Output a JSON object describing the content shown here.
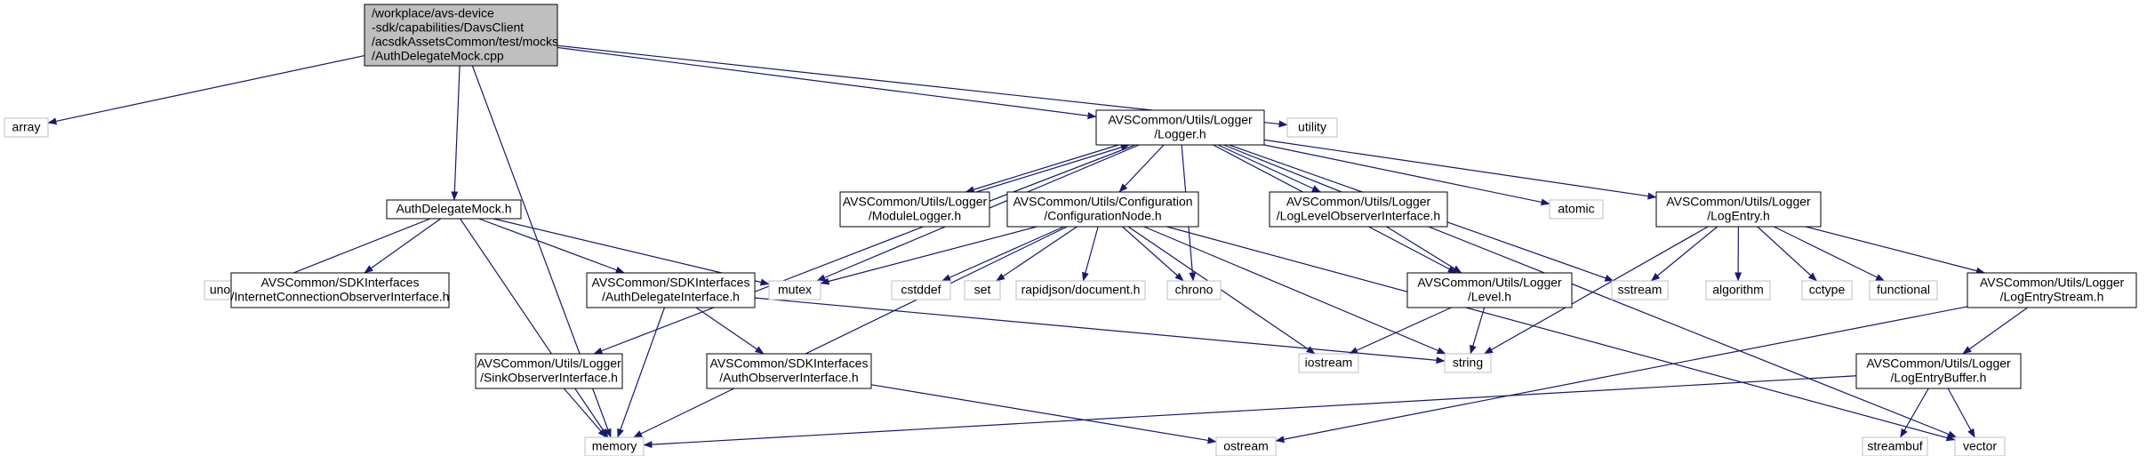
{
  "colors": {
    "edge": "#191970",
    "root_fill": "#bfbfbf",
    "node_border": "#000000",
    "ext_border": "#bfbfbf",
    "text": "#000000"
  },
  "nodes": [
    {
      "id": "root",
      "kind": "root",
      "lines": [
        "/workplace/avs-device",
        "-sdk/capabilities/DavsClient",
        "/acsdkAssetsCommon/test/mocks",
        "/AuthDelegateMock.cpp"
      ]
    },
    {
      "id": "array",
      "kind": "ext",
      "lines": [
        "array"
      ]
    },
    {
      "id": "memory",
      "kind": "ext",
      "lines": [
        "memory"
      ]
    },
    {
      "id": "logger",
      "kind": "file",
      "lines": [
        "AVSCommon/Utils/Logger",
        "/Logger.h"
      ]
    },
    {
      "id": "utility",
      "kind": "ext",
      "lines": [
        "utility"
      ]
    },
    {
      "id": "authmock",
      "kind": "file",
      "lines": [
        "AuthDelegateMock.h"
      ]
    },
    {
      "id": "unordered",
      "kind": "ext",
      "lines": [
        "unordered_set"
      ]
    },
    {
      "id": "inetconn",
      "kind": "file",
      "lines": [
        "AVSCommon/SDKInterfaces",
        "/InternetConnectionObserverInterface.h"
      ]
    },
    {
      "id": "authiface",
      "kind": "file",
      "lines": [
        "AVSCommon/SDKInterfaces",
        "/AuthDelegateInterface.h"
      ]
    },
    {
      "id": "mutex",
      "kind": "ext",
      "lines": [
        "mutex"
      ]
    },
    {
      "id": "modlogger",
      "kind": "file",
      "lines": [
        "AVSCommon/Utils/Logger",
        "/ModuleLogger.h"
      ]
    },
    {
      "id": "confnode",
      "kind": "file",
      "lines": [
        "AVSCommon/Utils/Configuration",
        "/ConfigurationNode.h"
      ]
    },
    {
      "id": "lvlobs",
      "kind": "file",
      "lines": [
        "AVSCommon/Utils/Logger",
        "/LogLevelObserverInterface.h"
      ]
    },
    {
      "id": "atomic",
      "kind": "ext",
      "lines": [
        "atomic"
      ]
    },
    {
      "id": "logentry",
      "kind": "file",
      "lines": [
        "AVSCommon/Utils/Logger",
        "/LogEntry.h"
      ]
    },
    {
      "id": "sinkobs",
      "kind": "file",
      "lines": [
        "AVSCommon/Utils/Logger",
        "/SinkObserverInterface.h"
      ]
    },
    {
      "id": "cstddef",
      "kind": "ext",
      "lines": [
        "cstddef"
      ]
    },
    {
      "id": "set",
      "kind": "ext",
      "lines": [
        "set"
      ]
    },
    {
      "id": "rapidjson",
      "kind": "ext",
      "lines": [
        "rapidjson/document.h"
      ]
    },
    {
      "id": "chrono",
      "kind": "ext",
      "lines": [
        "chrono"
      ]
    },
    {
      "id": "level",
      "kind": "file",
      "lines": [
        "AVSCommon/Utils/Logger",
        "/Level.h"
      ]
    },
    {
      "id": "sstream",
      "kind": "ext",
      "lines": [
        "sstream"
      ]
    },
    {
      "id": "algorithm",
      "kind": "ext",
      "lines": [
        "algorithm"
      ]
    },
    {
      "id": "cctype",
      "kind": "ext",
      "lines": [
        "cctype"
      ]
    },
    {
      "id": "functional",
      "kind": "ext",
      "lines": [
        "functional"
      ]
    },
    {
      "id": "lestream",
      "kind": "file",
      "lines": [
        "AVSCommon/Utils/Logger",
        "/LogEntryStream.h"
      ]
    },
    {
      "id": "authobs",
      "kind": "file",
      "lines": [
        "AVSCommon/SDKInterfaces",
        "/AuthObserverInterface.h"
      ]
    },
    {
      "id": "iostream",
      "kind": "ext",
      "lines": [
        "iostream"
      ]
    },
    {
      "id": "string",
      "kind": "ext",
      "lines": [
        "string"
      ]
    },
    {
      "id": "lebuffer",
      "kind": "file",
      "lines": [
        "AVSCommon/Utils/Logger",
        "/LogEntryBuffer.h"
      ]
    },
    {
      "id": "ostream",
      "kind": "ext",
      "lines": [
        "ostream"
      ]
    },
    {
      "id": "streambuf",
      "kind": "ext",
      "lines": [
        "streambuf"
      ]
    },
    {
      "id": "vector",
      "kind": "ext",
      "lines": [
        "vector"
      ]
    }
  ],
  "edges": [
    [
      "root",
      "array"
    ],
    [
      "root",
      "memory"
    ],
    [
      "root",
      "logger"
    ],
    [
      "root",
      "utility"
    ],
    [
      "root",
      "authmock"
    ],
    [
      "logger",
      "modlogger"
    ],
    [
      "modlogger",
      "logger"
    ],
    [
      "logger",
      "mutex"
    ],
    [
      "logger",
      "confnode"
    ],
    [
      "logger",
      "lvlobs"
    ],
    [
      "logger",
      "atomic"
    ],
    [
      "logger",
      "logentry"
    ],
    [
      "logger",
      "sinkobs"
    ],
    [
      "logger",
      "chrono"
    ],
    [
      "logger",
      "level"
    ],
    [
      "logger",
      "sstream"
    ],
    [
      "logger",
      "vector"
    ],
    [
      "authmock",
      "unordered"
    ],
    [
      "authmock",
      "inetconn"
    ],
    [
      "authmock",
      "authiface"
    ],
    [
      "authmock",
      "mutex"
    ],
    [
      "authmock",
      "memory"
    ],
    [
      "authiface",
      "authobs"
    ],
    [
      "authiface",
      "memory"
    ],
    [
      "authiface",
      "string"
    ],
    [
      "confnode",
      "mutex"
    ],
    [
      "confnode",
      "cstddef"
    ],
    [
      "confnode",
      "set"
    ],
    [
      "confnode",
      "rapidjson"
    ],
    [
      "confnode",
      "chrono"
    ],
    [
      "confnode",
      "iostream"
    ],
    [
      "confnode",
      "string"
    ],
    [
      "confnode",
      "memory"
    ],
    [
      "confnode",
      "vector"
    ],
    [
      "lvlobs",
      "level"
    ],
    [
      "level",
      "iostream"
    ],
    [
      "level",
      "string"
    ],
    [
      "logentry",
      "sstream"
    ],
    [
      "logentry",
      "algorithm"
    ],
    [
      "logentry",
      "cctype"
    ],
    [
      "logentry",
      "functional"
    ],
    [
      "logentry",
      "lestream"
    ],
    [
      "logentry",
      "string"
    ],
    [
      "lestream",
      "lebuffer"
    ],
    [
      "lestream",
      "ostream"
    ],
    [
      "lebuffer",
      "memory"
    ],
    [
      "lebuffer",
      "streambuf"
    ],
    [
      "lebuffer",
      "vector"
    ],
    [
      "sinkobs",
      "memory"
    ],
    [
      "authobs",
      "ostream"
    ]
  ]
}
